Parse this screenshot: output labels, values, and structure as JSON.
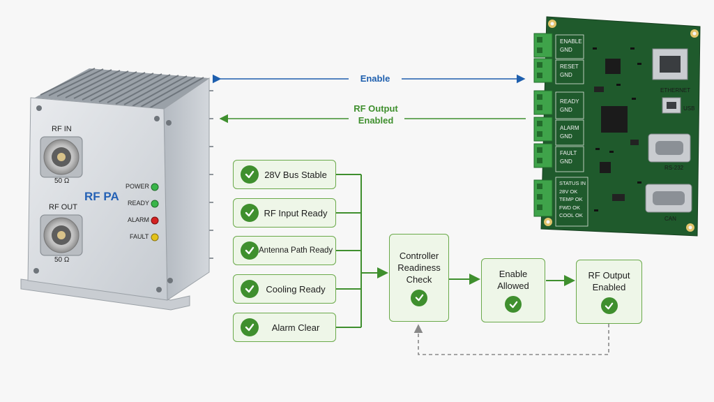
{
  "amplifier": {
    "title": "RF PA",
    "rf_in_label": "RF IN",
    "rf_in_impedance": "50 Ω",
    "rf_out_label": "RF OUT",
    "rf_out_impedance": "50 Ω",
    "leds": [
      {
        "label": "POWER",
        "color": "#39b54a"
      },
      {
        "label": "READY",
        "color": "#39b54a"
      },
      {
        "label": "ALARM",
        "color": "#d32121"
      },
      {
        "label": "FAULT",
        "color": "#e3c21a"
      }
    ]
  },
  "signals": {
    "enable": {
      "label": "Enable",
      "color": "#1e5fae"
    },
    "rf_output_enabled": {
      "label": "RF Output\nEnabled",
      "color": "#3f8f2e"
    }
  },
  "conditions": [
    "28V Bus Stable",
    "RF Input Ready",
    "Antenna Path Ready",
    "Cooling Ready",
    "Alarm Clear"
  ],
  "flow": {
    "controller_check": "Controller\nReadiness\nCheck",
    "enable_allowed": "Enable\nAllowed",
    "rf_output_enabled": "RF Output\nEnabled"
  },
  "controller_board": {
    "terminals": [
      "ENABLE\nGND",
      "RESET\nGND",
      "READY\nGND",
      "ALARM\nGND",
      "FAULT\nGND",
      "STATUS IN\n28V OK\nTEMP OK\nFWD OK\nCOOL OK"
    ],
    "ports": [
      "ETHERNET",
      "USB",
      "RS-232",
      "CAN"
    ]
  },
  "colors": {
    "accent_green": "#3f8f2e",
    "box_fill": "#eef6e8",
    "box_border": "#6aa94a",
    "enable_blue": "#1e5fae",
    "pcb_green": "#1f5a2c"
  }
}
